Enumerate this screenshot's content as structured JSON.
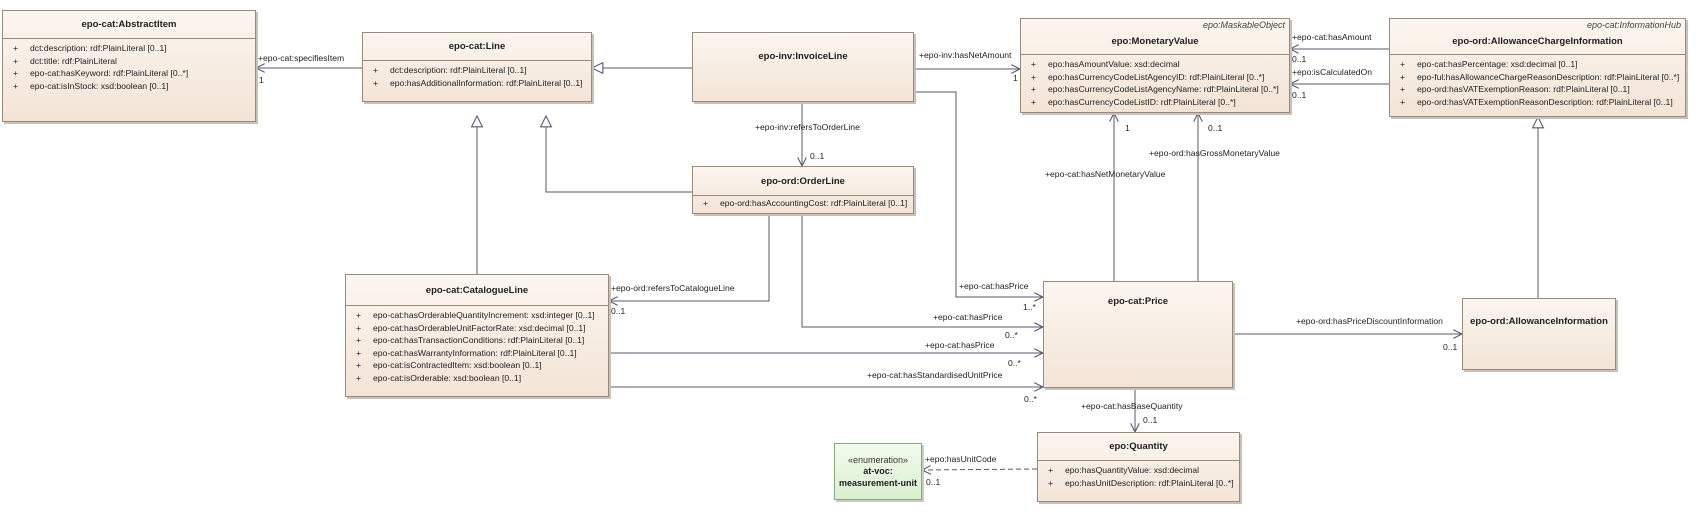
{
  "classes": {
    "abstract_item": {
      "name": "epo-cat:AbstractItem",
      "attributes": [
        "dct:description: rdf:PlainLiteral [0..1]",
        "dct:title: rdf:PlainLiteral",
        "epo-cat:hasKeyword: rdf:PlainLiteral [0..*]",
        "epo-cat:isInStock: xsd:boolean [0..1]"
      ]
    },
    "line": {
      "name": "epo-cat:Line",
      "attributes": [
        "dct:description: rdf:PlainLiteral [0..1]",
        "epo:hasAdditionalInformation: rdf:PlainLiteral [0..1]"
      ]
    },
    "invoice_line": {
      "name": "epo-inv:InvoiceLine"
    },
    "monetary_value": {
      "stereotype": "epo:MaskableObject",
      "name": "epo:MonetaryValue",
      "attributes": [
        "epo:hasAmountValue: xsd:decimal",
        "epo:hasCurrencyCodeListAgencyID: rdf:PlainLiteral [0..*]",
        "epo:hasCurrencyCodeListAgencyName: rdf:PlainLiteral [0..*]",
        "epo:hasCurrencyCodeListID: rdf:PlainLiteral [0..*]"
      ]
    },
    "allowance_charge_information": {
      "stereotype": "epo-cat:InformationHub",
      "name": "epo-ord:AllowanceChargeInformation",
      "attributes": [
        "epo-cat:hasPercentage: xsd:decimal [0..1]",
        "epo-ful:hasAllowanceChargeReasonDescription: rdf:PlainLiteral [0..*]",
        "epo-ord:hasVATExemptionReason: rdf:PlainLiteral [0..1]",
        "epo-ord:hasVATExemptionReasonDescription: rdf:PlainLiteral [0..1]"
      ]
    },
    "order_line": {
      "name": "epo-ord:OrderLine",
      "attributes": [
        "epo-ord:hasAccountingCost: rdf:PlainLiteral [0..1]"
      ]
    },
    "catalogue_line": {
      "name": "epo-cat:CatalogueLine",
      "attributes": [
        "epo-cat:hasOrderableQuantityIncrement: xsd:integer [0..1]",
        "epo-cat:hasOrderableUnitFactorRate: xsd:decimal [0..1]",
        "epo-cat:hasTransactionConditions: rdf:PlainLiteral [0..1]",
        "epo-cat:hasWarrantyInformation: rdf:PlainLiteral [0..1]",
        "epo-cat:isContractedItem: xsd:boolean [0..1]",
        "epo-cat:isOrderable: xsd:boolean [0..1]"
      ]
    },
    "price": {
      "name": "epo-cat:Price"
    },
    "allowance_information": {
      "name": "epo-ord:AllowanceInformation"
    },
    "quantity": {
      "name": "epo:Quantity",
      "attributes": [
        "epo:hasQuantityValue: xsd:decimal",
        "epo:hasUnitDescription: rdf:PlainLiteral [0..*]"
      ]
    }
  },
  "enumeration": {
    "stereotype": "«enumeration»",
    "name_line1": "at-voc:",
    "name_line2": "measurement-unit"
  },
  "attr_marker": "+",
  "relations": {
    "specifies_item": {
      "role": "+epo-cat:specifiesItem",
      "mult": "1"
    },
    "has_net_amount": {
      "role": "+epo-inv:hasNetAmount",
      "mult": "1"
    },
    "has_amount": {
      "role": "+epo-cat:hasAmount",
      "mult": "0..1"
    },
    "is_calculated_on": {
      "role": "+epo:isCalculatedOn",
      "mult": "0..1"
    },
    "refers_to_order_line": {
      "role": "+epo-inv:refersToOrderLine",
      "mult": "0..1"
    },
    "has_net_monetary_value": {
      "role": "+epo-cat:hasNetMonetaryValue",
      "mult": "1"
    },
    "has_gross_monetary_value": {
      "role": "+epo-ord:hasGrossMonetaryValue",
      "mult": "0..1"
    },
    "refers_to_catalogue_line": {
      "role": "+epo-ord:refersToCatalogueLine",
      "mult": "0..1"
    },
    "invoice_has_price": {
      "role": "+epo-cat:hasPrice",
      "mult": "1..*"
    },
    "order_has_price": {
      "role": "+epo-cat:hasPrice",
      "mult": "0..*"
    },
    "catalogue_has_price": {
      "role": "+epo-cat:hasPrice",
      "mult": "0..*"
    },
    "has_standardised_unit_price": {
      "role": "+epo-cat:hasStandardisedUnitPrice",
      "mult": "0..*"
    },
    "has_price_discount_information": {
      "role": "+epo-ord:hasPriceDiscountInformation",
      "mult": "0..1"
    },
    "has_base_quantity": {
      "role": "+epo-cat:hasBaseQuantity",
      "mult": "0..1"
    },
    "has_unit_code": {
      "role": "+epo:hasUnitCode",
      "mult": "0..1"
    }
  }
}
